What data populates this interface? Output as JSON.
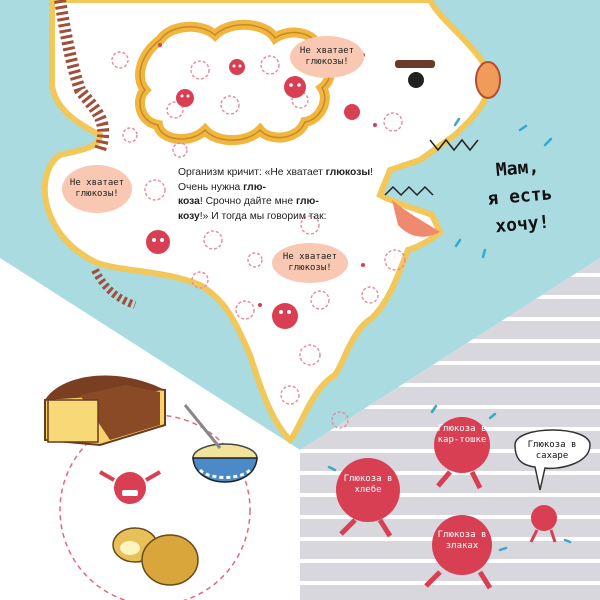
{
  "speech_bubbles": [
    "Не хватает глюкозы!",
    "Не хватает глюкозы!",
    "Не хватает глюкозы!"
  ],
  "narration": {
    "part1": "Организм кричит: «Не хватает ",
    "bold1": "глюкозы",
    "part2": "! Очень нужна ",
    "bold2": "глю-\nкоза",
    "part3": "! Срочно дайте мне ",
    "bold3": "глю-\nкозу",
    "part4": "!» И тогда мы говорим так:"
  },
  "shout": {
    "line1": "Мам,",
    "line2": "я есть",
    "line3": "хочу!"
  },
  "race": {
    "runners": [
      "Глюкоза в кар-тошке",
      "Глюкоза в хлебе",
      "Глюкоза в злаках"
    ],
    "sugar": "Глюкоза в сахаре"
  },
  "colors": {
    "sky_blue": "#a9dbe0",
    "cell_red": "#d83f52",
    "bubble_pink": "#f8c8b2",
    "intestine_gold": "#f0b640",
    "track_grey": "#d7d7dd"
  }
}
